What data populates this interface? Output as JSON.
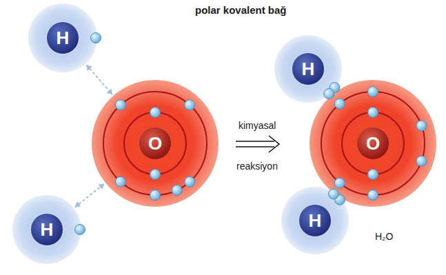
{
  "diagram": {
    "title": "polar kovalent bağ",
    "nodes": [
      {
        "text": [
          "H"
        ]
      },
      {
        "text": [
          "O"
        ]
      },
      {
        "text": [
          "H"
        ]
      },
      {
        "text": [
          "H"
        ]
      },
      {
        "text": [
          "O"
        ]
      },
      {
        "text": [
          "H"
        ]
      }
    ],
    "edges": [
      {
        "from": 0,
        "to": 1,
        "arrow": "both"
      },
      {
        "from": 2,
        "to": 1,
        "arrow": "both"
      }
    ],
    "labels": [
      "kimyasal",
      "reaksiyon",
      "H₂O"
    ]
  }
}
